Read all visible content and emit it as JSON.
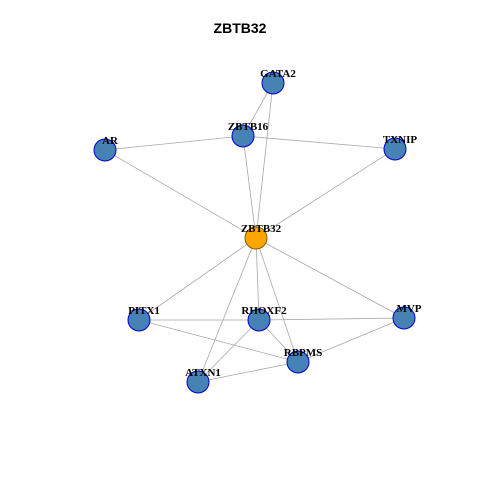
{
  "title": "ZBTB32",
  "colors": {
    "center_fill": "#FFA500",
    "center_stroke": "#8B5A00",
    "node_fill": "#4682B4",
    "node_stroke": "#0000CD",
    "edge": "#A8A8A8"
  },
  "network": {
    "center": "ZBTB32",
    "nodes": [
      "GATA2",
      "ZBTB16",
      "AR",
      "TXNIP",
      "ZBTB32",
      "PITX1",
      "RHOXF2",
      "MVP",
      "RBPMS",
      "ATXN1"
    ],
    "edges": [
      [
        "GATA2",
        "ZBTB16"
      ],
      [
        "GATA2",
        "ZBTB32"
      ],
      [
        "ZBTB16",
        "AR"
      ],
      [
        "ZBTB16",
        "TXNIP"
      ],
      [
        "ZBTB16",
        "ZBTB32"
      ],
      [
        "AR",
        "ZBTB32"
      ],
      [
        "TXNIP",
        "ZBTB32"
      ],
      [
        "ZBTB32",
        "PITX1"
      ],
      [
        "ZBTB32",
        "RHOXF2"
      ],
      [
        "ZBTB32",
        "MVP"
      ],
      [
        "ZBTB32",
        "RBPMS"
      ],
      [
        "ZBTB32",
        "ATXN1"
      ],
      [
        "PITX1",
        "RHOXF2"
      ],
      [
        "PITX1",
        "RBPMS"
      ],
      [
        "RHOXF2",
        "MVP"
      ],
      [
        "RHOXF2",
        "RBPMS"
      ],
      [
        "RHOXF2",
        "ATXN1"
      ],
      [
        "MVP",
        "RBPMS"
      ],
      [
        "ATXN1",
        "RBPMS"
      ]
    ]
  }
}
